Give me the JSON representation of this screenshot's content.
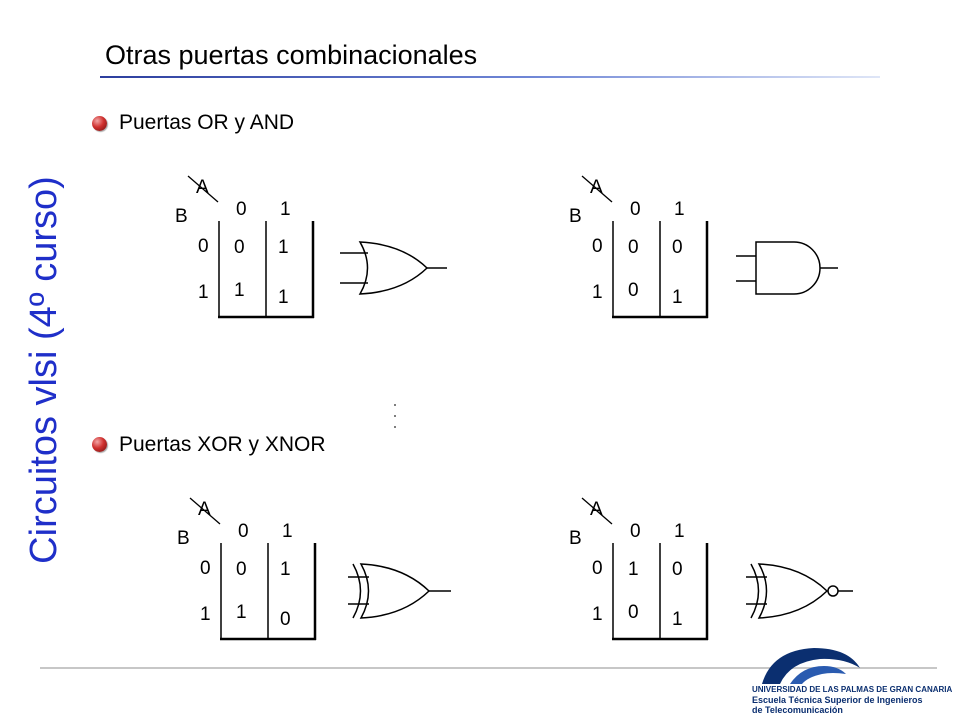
{
  "title": "Otras puertas combinacionales",
  "side_title": "Circuitos vlsi (4º curso)",
  "sections": [
    {
      "label": "Puertas OR y AND"
    },
    {
      "label": "Puertas XOR y XNOR"
    }
  ],
  "kmaps": [
    {
      "a_label": "A",
      "b_label": "B",
      "col_headers": [
        "0",
        "1"
      ],
      "row_headers": [
        "0",
        "1"
      ],
      "cells": [
        [
          "0",
          "1"
        ],
        [
          "1",
          "1"
        ]
      ],
      "gate": "or"
    },
    {
      "a_label": "A",
      "b_label": "B",
      "col_headers": [
        "0",
        "1"
      ],
      "row_headers": [
        "0",
        "1"
      ],
      "cells": [
        [
          "0",
          "0"
        ],
        [
          "0",
          "1"
        ]
      ],
      "gate": "and"
    },
    {
      "a_label": "A",
      "b_label": "B",
      "col_headers": [
        "0",
        "1"
      ],
      "row_headers": [
        "0",
        "1"
      ],
      "cells": [
        [
          "0",
          "1"
        ],
        [
          "1",
          "0"
        ]
      ],
      "gate": "xor"
    },
    {
      "a_label": "A",
      "b_label": "B",
      "col_headers": [
        "0",
        "1"
      ],
      "row_headers": [
        "0",
        "1"
      ],
      "cells": [
        [
          "1",
          "0"
        ],
        [
          "0",
          "1"
        ]
      ],
      "gate": "xnor"
    }
  ],
  "footer": {
    "university_line1": "UNIVERSIDAD DE LAS PALMAS DE GRAN CANARIA",
    "university_line2": "Escuela Técnica Superior de Ingenieros",
    "university_line3": "de Telecomunicación",
    "brand_color": "#0b2f70"
  }
}
